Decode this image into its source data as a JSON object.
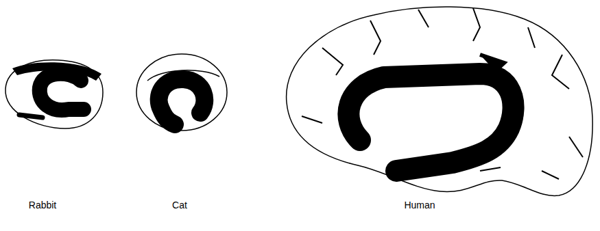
{
  "diagram": {
    "labels": [
      "Rabbit",
      "Cat",
      "Human"
    ]
  }
}
